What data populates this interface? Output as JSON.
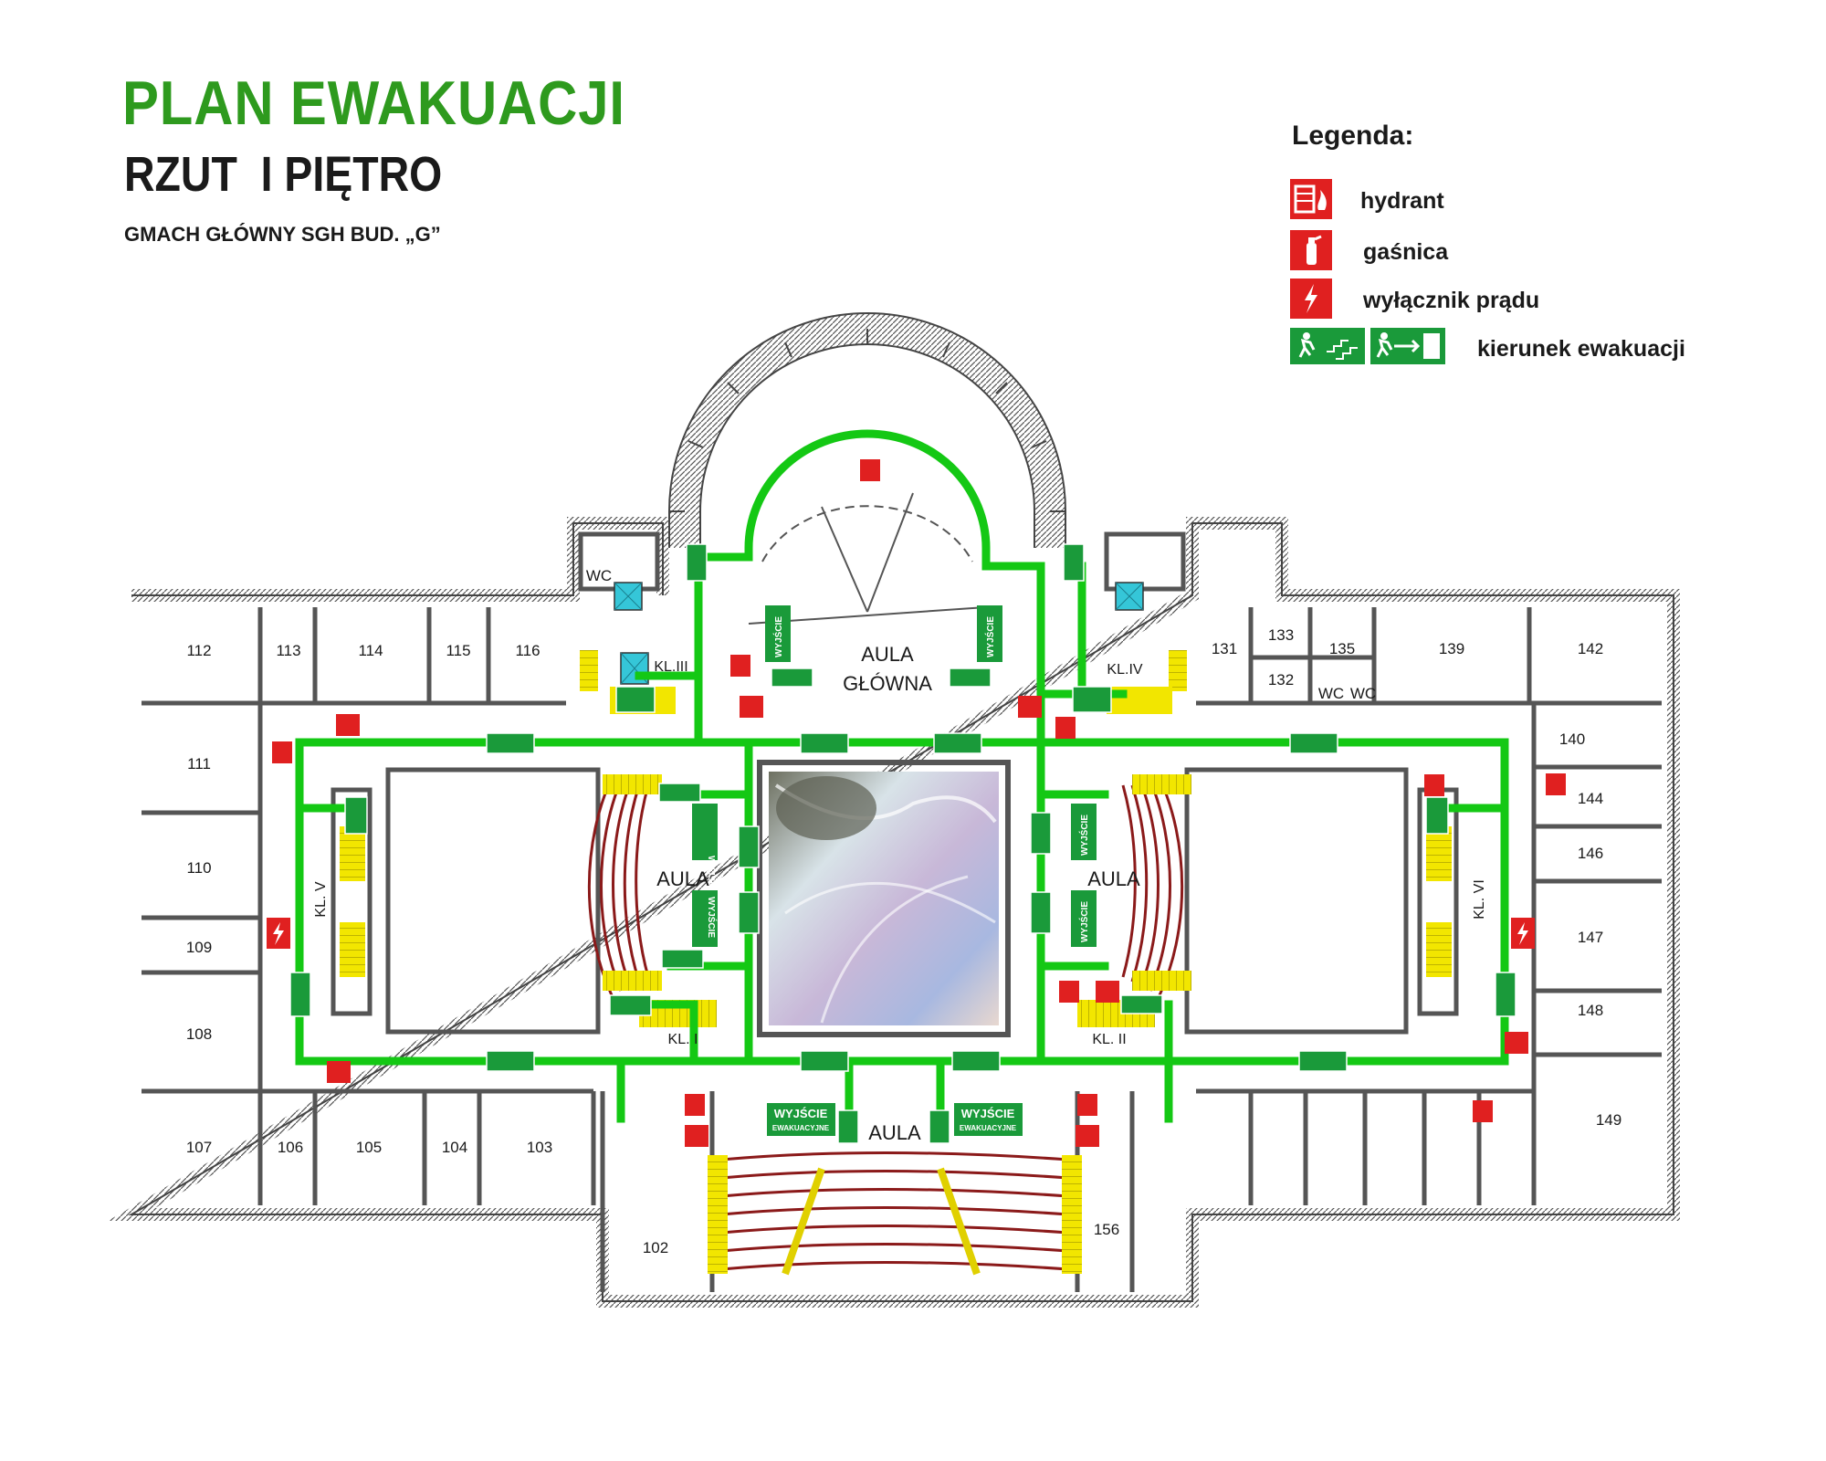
{
  "header": {
    "title": "PLAN EWAKUACJI",
    "subtitle": "RZUT  I PIĘTRO",
    "building": "GMACH GŁÓWNY SGH BUD. „G”"
  },
  "legend": {
    "title": "Legenda:",
    "items": [
      {
        "label": "hydrant",
        "icon": "hydrant-icon"
      },
      {
        "label": "gaśnica",
        "icon": "fire-extinguisher-icon"
      },
      {
        "label": "wyłącznik prądu",
        "icon": "power-switch-icon"
      },
      {
        "label": "kierunek ewakuacji",
        "icon": "evacuation-direction-icon"
      }
    ]
  },
  "rooms": {
    "r112": "112",
    "r113": "113",
    "r114": "114",
    "r115": "115",
    "r116": "116",
    "r111": "111",
    "r110": "110",
    "r109": "109",
    "r108": "108",
    "r107": "107",
    "r106": "106",
    "r105": "105",
    "r104": "104",
    "r103": "103",
    "r102": "102",
    "r131": "131",
    "r133": "133",
    "r132": "132",
    "r135": "135",
    "r139": "139",
    "r142": "142",
    "r140": "140",
    "r144": "144",
    "r146": "146",
    "r147": "147",
    "r148": "148",
    "r149": "149",
    "r156": "156",
    "wc_left": "WC",
    "wc_a": "WC",
    "wc_b": "WC"
  },
  "halls": {
    "aula_glowna_1": "AULA",
    "aula_glowna_2": "GŁÓWNA",
    "aula_left": "AULA",
    "aula_right": "AULA",
    "aula_bottom": "AULA"
  },
  "staircases": {
    "kl1": "KL. I",
    "kl2": "KL. II",
    "kl3": "KL.III",
    "kl4": "KL.IV",
    "kl5": "KL. V",
    "kl6": "KL. VI"
  },
  "exit_sign": {
    "main": "WYJŚCIE",
    "sub": "EWAKUACYJNE"
  },
  "colors": {
    "title_green": "#2e9a1e",
    "route_green": "#14c814",
    "sign_green": "#1a9a3a",
    "safety_red": "#e02020",
    "stair_yellow": "#f2e600",
    "lift_cyan": "#35c6d8"
  }
}
